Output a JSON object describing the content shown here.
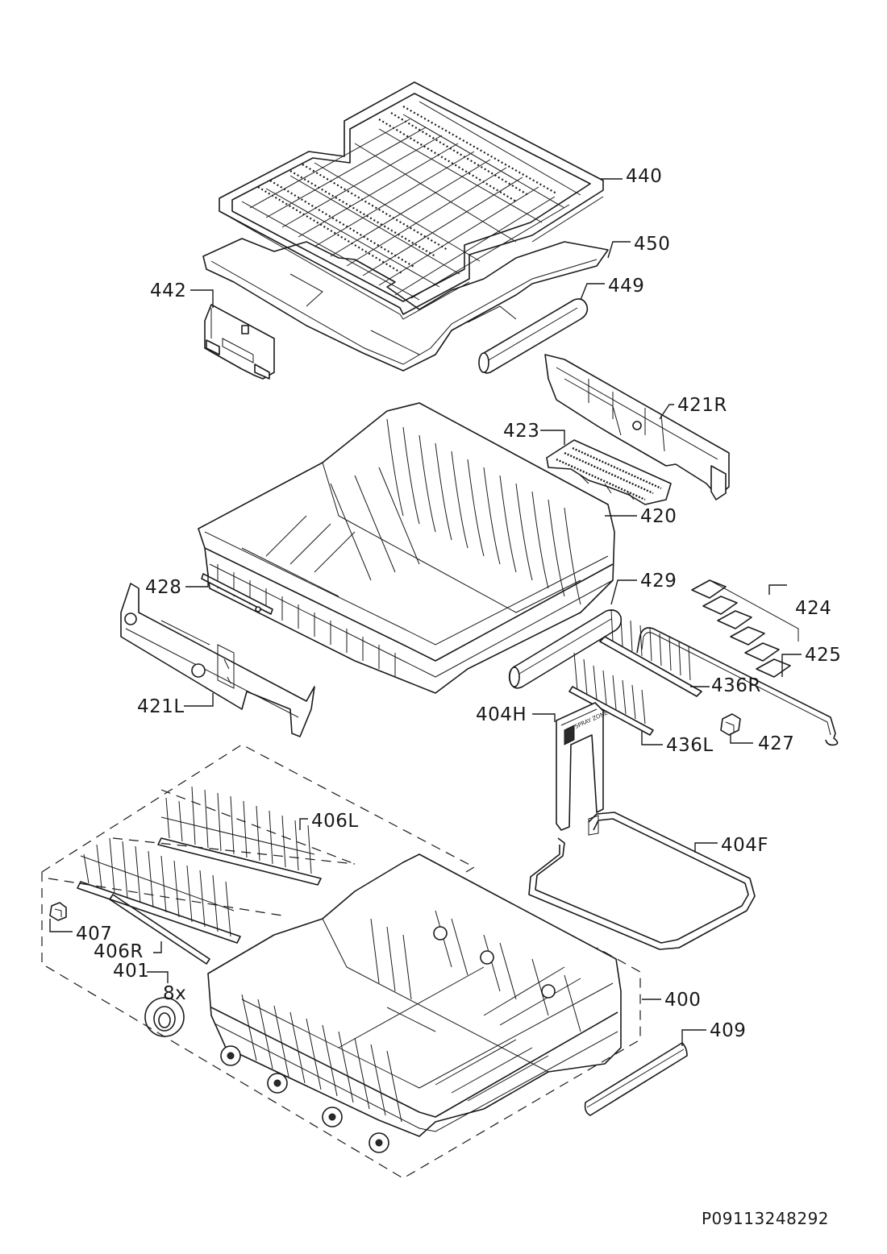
{
  "diagram": {
    "labels": {
      "p440": "440",
      "p450": "450",
      "p442": "442",
      "p449": "449",
      "p421R": "421R",
      "p423": "423",
      "p420": "420",
      "p428": "428",
      "p429": "429",
      "p424": "424",
      "p425": "425",
      "p436R": "436R",
      "p421L": "421L",
      "p404H": "404H",
      "p436L": "436L",
      "p427": "427",
      "p406L": "406L",
      "p404F": "404F",
      "p407": "407",
      "p406R": "406R",
      "p401": "401",
      "qty401": "8x",
      "p400": "400",
      "p409": "409"
    },
    "spray_zone_text": "SPRAY ZONE",
    "spray_zone_icon": "spray-zone-logo-icon"
  },
  "document_code": "P09113248292"
}
